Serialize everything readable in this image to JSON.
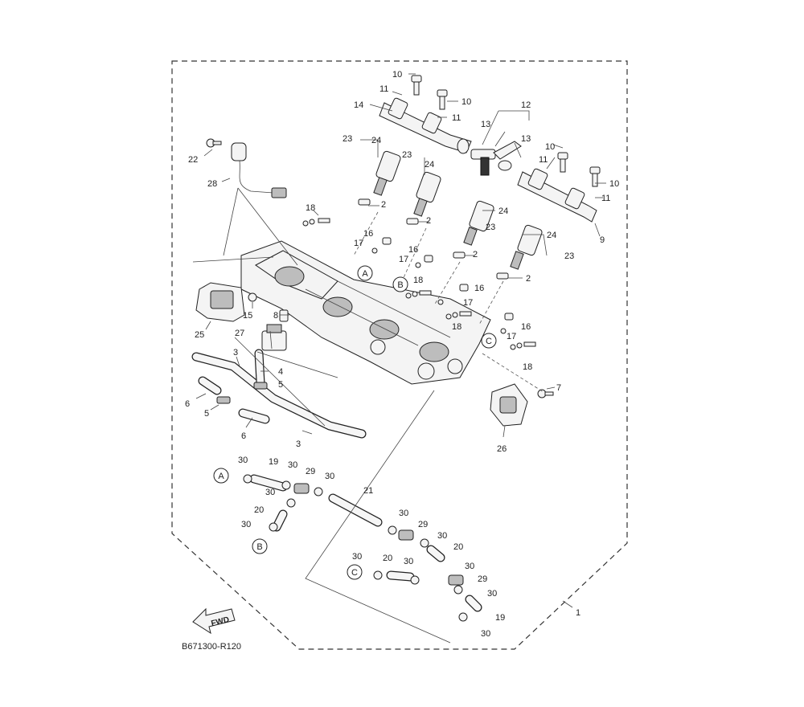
{
  "diagram": {
    "part_code": "B671300-R120",
    "fwd_label": "FWD",
    "callouts": {
      "a": "A",
      "b": "B",
      "c": "C"
    },
    "labels": [
      "1",
      "2",
      "3",
      "4",
      "5",
      "6",
      "7",
      "8",
      "9",
      "10",
      "11",
      "12",
      "13",
      "14",
      "15",
      "16",
      "17",
      "18",
      "19",
      "20",
      "21",
      "22",
      "23",
      "24",
      "25",
      "26",
      "27",
      "28",
      "29",
      "30"
    ]
  }
}
